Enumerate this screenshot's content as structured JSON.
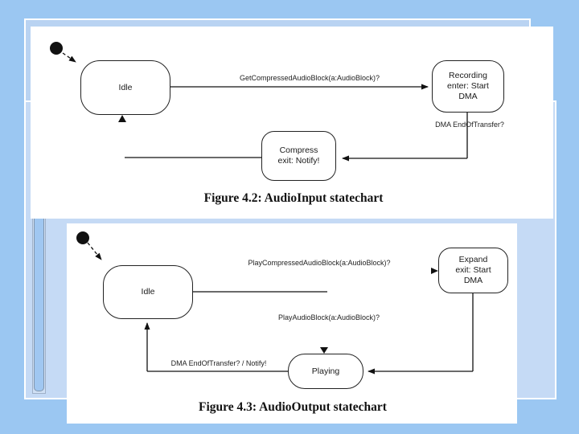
{
  "slide": {
    "colors": {
      "background": "#9bc7f2",
      "panel_mid": "#b9d3f2",
      "panel_light": "#c5daf5",
      "figure_background": "#ffffff",
      "diagram_ink": "#1a1a1a"
    }
  },
  "figures": [
    {
      "caption": "Figure 4.2: AudioInput statechart",
      "states": {
        "idle": "Idle",
        "recording": "Recording\nenter: Start\nDMA",
        "compress": "Compress\nexit: Notify!"
      },
      "labels": {
        "get_block": "GetCompressedAudioBlock(a:AudioBlock)?",
        "dma_end": "DMA EndOfTransfer?"
      }
    },
    {
      "caption": "Figure 4.3: AudioOutput statechart",
      "states": {
        "idle": "Idle",
        "expand": "Expand\nexit: Start\nDMA",
        "playing": "Playing"
      },
      "labels": {
        "play_compressed": "PlayCompressedAudioBlock(a:AudioBlock)?",
        "play_block": "PlayAudioBlock(a:AudioBlock)?",
        "dma_end": "DMA EndOfTransfer? / Notify!"
      }
    }
  ]
}
